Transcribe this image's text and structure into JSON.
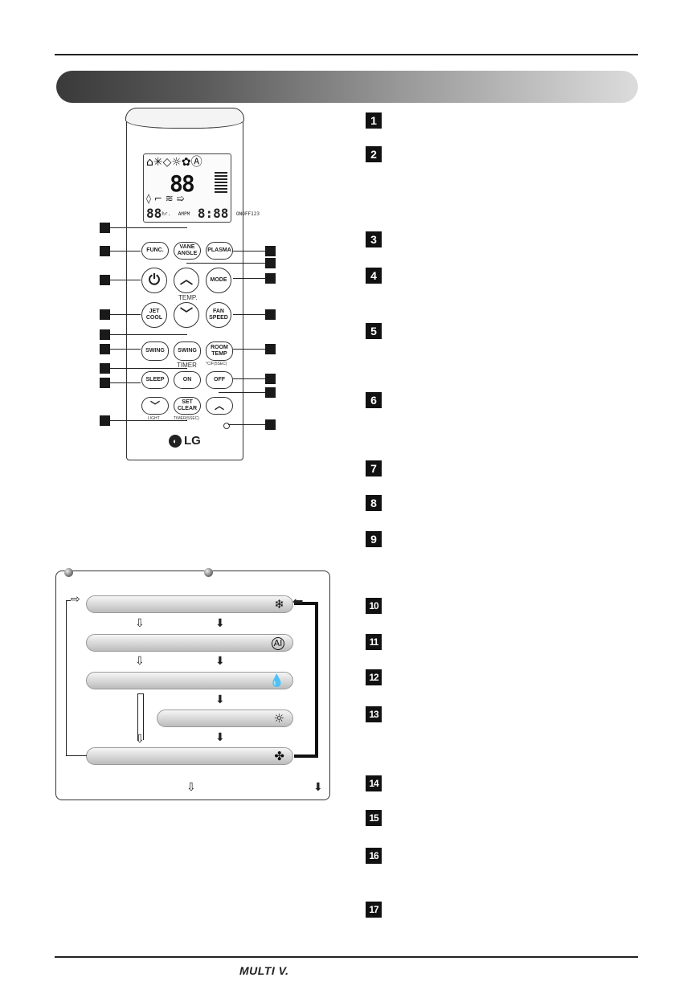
{
  "remote": {
    "buttons": {
      "func": "FUNC.",
      "vane_angle": "VANE\nANGLE",
      "plasma": "PLASMA",
      "mode": "MODE",
      "temp": "TEMP.",
      "jet_cool": "JET\nCOOL",
      "fan_speed": "FAN\nSPEED",
      "swing_left": "SWING",
      "swing_center": "SWING",
      "room_temp": "ROOM\nTEMP",
      "room_temp_sub": "°C/F(5SEC)",
      "timer": "TIMER",
      "sleep": "SLEEP",
      "on": "ON",
      "off": "OFF",
      "set_clear": "SET\nCLEAR",
      "light": "LIGHT",
      "timer_sub": "TIMER(5SEC)"
    },
    "lcd": {
      "digits": "88",
      "time": "8:88",
      "am": "AM",
      "pm": "PM",
      "hr": "hr.",
      "small_digits": "88",
      "on": "ON",
      "off": "OFF",
      "code": "123"
    },
    "logo": "LG"
  },
  "numbers": [
    "1",
    "2",
    "3",
    "4",
    "5",
    "6",
    "7",
    "8",
    "9",
    "10",
    "11",
    "12",
    "13",
    "14",
    "15",
    "16",
    "17"
  ],
  "modes": {
    "icons": [
      "snowflake-icon",
      "ai-icon",
      "drop-icon",
      "sun-icon",
      "fan-icon"
    ]
  },
  "footer": {
    "brand": "MULTI V."
  }
}
